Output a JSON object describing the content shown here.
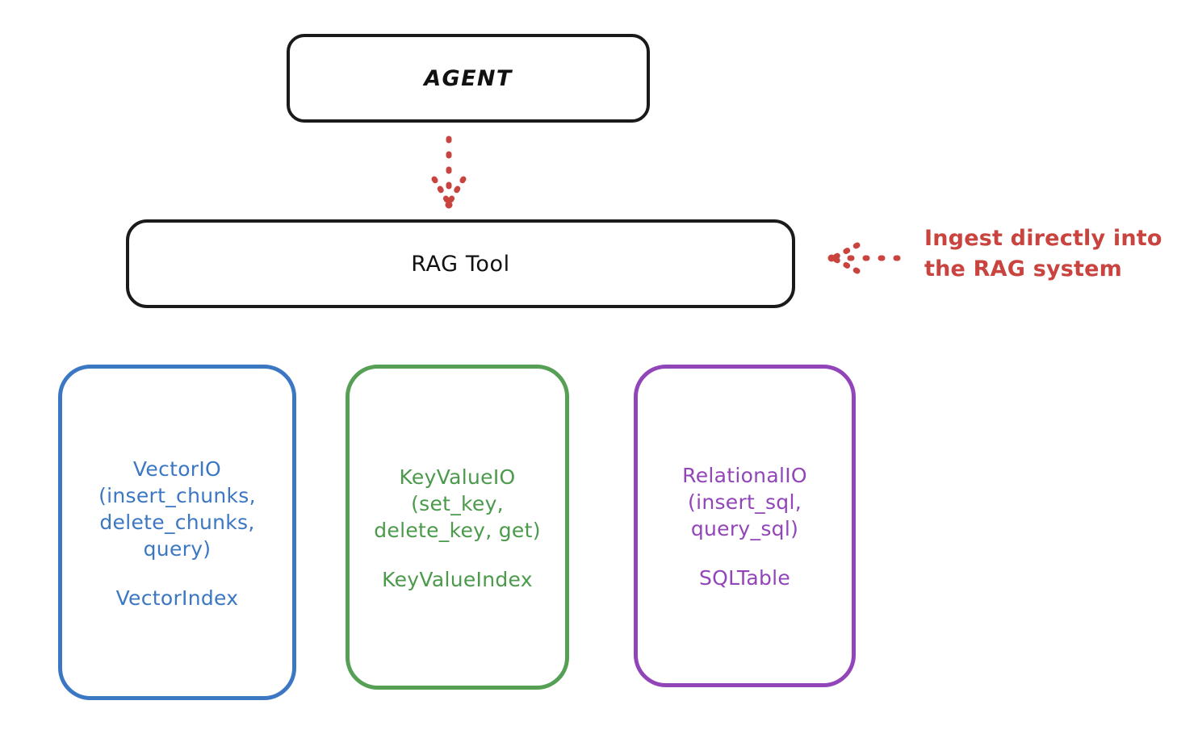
{
  "diagram": {
    "title_hint": "RAG Tool storage abstraction diagram",
    "background": "#ffffff",
    "colors": {
      "black": "#1a1a1a",
      "blue": "#3b77c2",
      "green": "#4b9a4b",
      "purple": "#9245b8",
      "red": "#c9433f"
    },
    "nodes": {
      "agent": {
        "label": "AGENT",
        "color": "#1a1a1a"
      },
      "rag_tool": {
        "label": "RAG Tool",
        "color": "#1a1a1a"
      },
      "vector_io": {
        "label": "VectorIO\n(insert_chunks,\ndelete_chunks,\nquery)",
        "sub_label": "VectorIndex",
        "color": "#3b77c2"
      },
      "key_value_io": {
        "label": "KeyValueIO\n(set_key,\ndelete_key, get)",
        "sub_label": "KeyValueIndex",
        "color": "#4b9a4b"
      },
      "relational_io": {
        "label": "RelationalIO\n(insert_sql,\nquery_sql)",
        "sub_label": "SQLTable",
        "color": "#9245b8"
      }
    },
    "annotations": {
      "ingest": {
        "text": "Ingest directly into\nthe RAG system",
        "color": "#c9433f"
      }
    },
    "edges": [
      {
        "name": "agent-to-rag-tool",
        "from": "agent",
        "to": "rag_tool",
        "style": "dotted",
        "color": "#c9433f",
        "direction": "down"
      },
      {
        "name": "ingest-to-rag-tool",
        "from": "ingest_annotation",
        "to": "rag_tool",
        "style": "dotted",
        "color": "#c9433f",
        "direction": "left"
      }
    ]
  }
}
